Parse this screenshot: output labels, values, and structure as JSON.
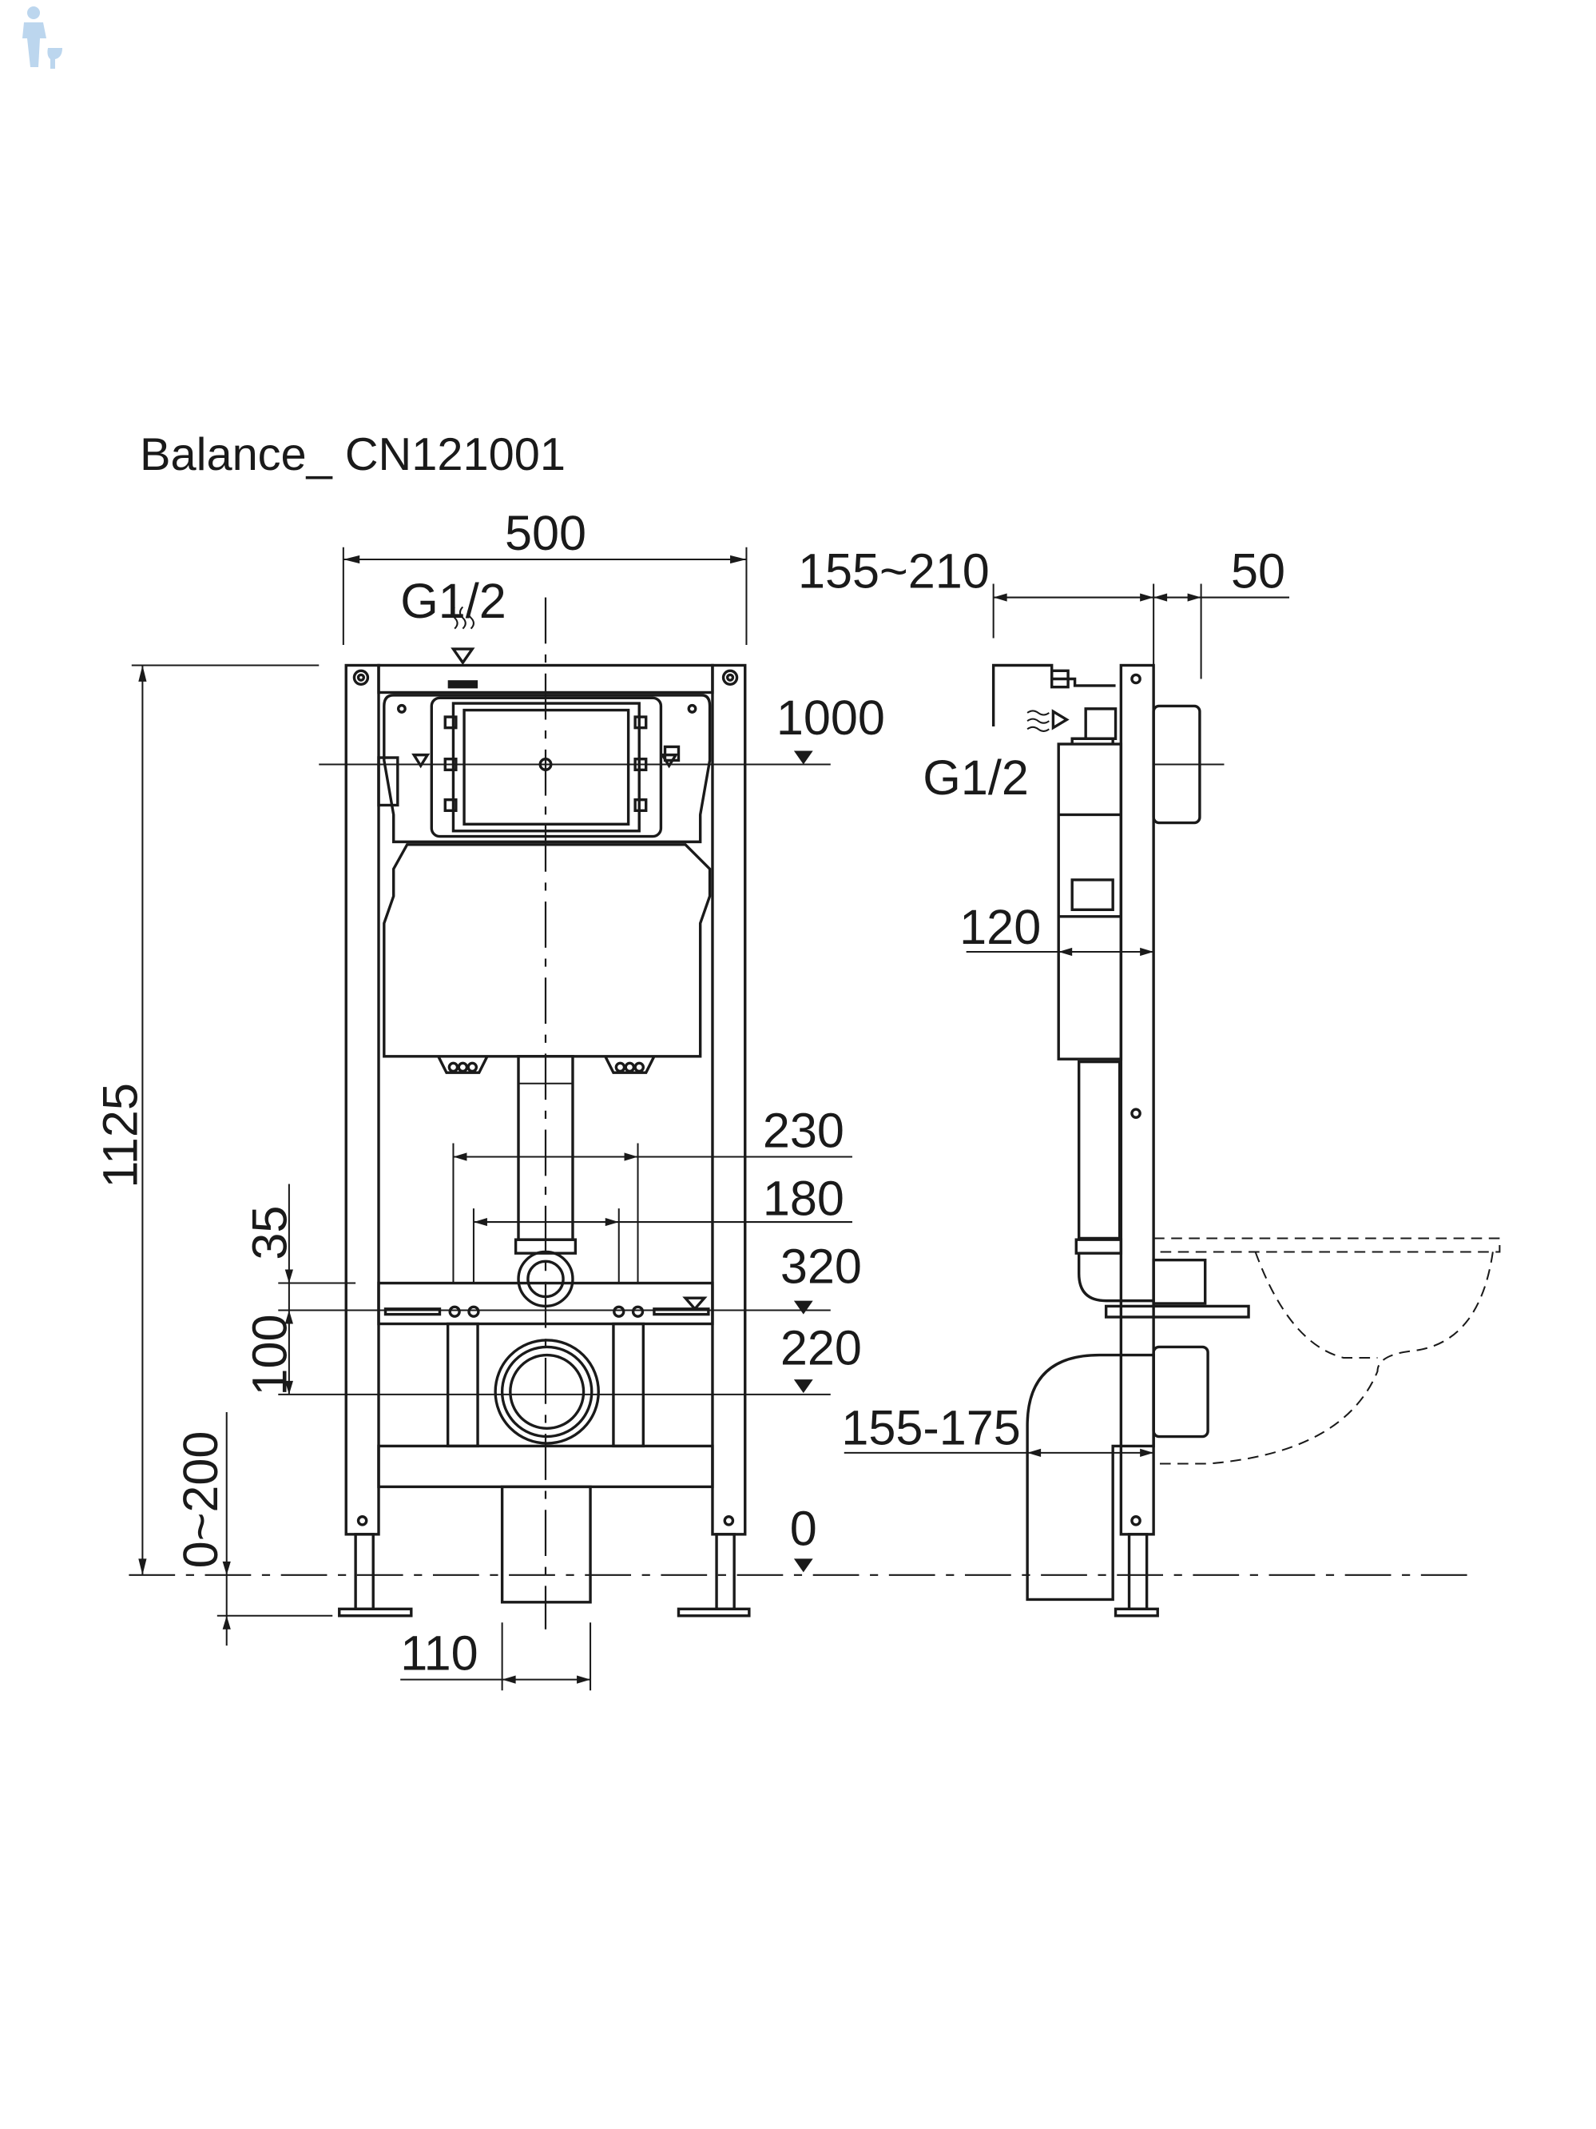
{
  "title": "Balance_ CN121001",
  "front_view": {
    "width": "500",
    "water_inlet": "G1/2",
    "height_flush_plate": "1000",
    "total_height": "1125",
    "bolt_spacing_outer": "230",
    "bolt_spacing_inner": "180",
    "offset_small": "35",
    "height_bolts": "320",
    "offset_bolts_outlet": "100",
    "height_outlet": "220",
    "leg_adjust": "0~200",
    "floor_level": "0",
    "drain_diameter": "110"
  },
  "side_view": {
    "depth_range": "155~210",
    "plate_depth": "50",
    "water_inlet": "G1/2",
    "cistern_depth": "120",
    "outlet_depth": "155-175"
  },
  "colors": {
    "line": "#1a1a1a",
    "watermark": "#bcd6ee"
  }
}
